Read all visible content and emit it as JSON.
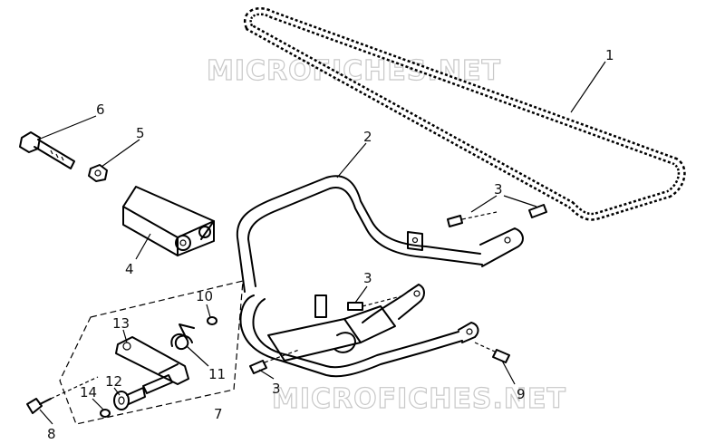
{
  "watermark": "MICROFICHES.NET",
  "callouts": [
    {
      "id": "1",
      "label": "1"
    },
    {
      "id": "2",
      "label": "2"
    },
    {
      "id": "3a",
      "label": "3"
    },
    {
      "id": "3b",
      "label": "3"
    },
    {
      "id": "3c",
      "label": "3"
    },
    {
      "id": "4",
      "label": "4"
    },
    {
      "id": "5",
      "label": "5"
    },
    {
      "id": "6",
      "label": "6"
    },
    {
      "id": "7",
      "label": "7"
    },
    {
      "id": "8",
      "label": "8"
    },
    {
      "id": "9",
      "label": "9"
    },
    {
      "id": "10",
      "label": "10"
    },
    {
      "id": "11",
      "label": "11"
    },
    {
      "id": "12",
      "label": "12"
    },
    {
      "id": "13",
      "label": "13"
    },
    {
      "id": "14",
      "label": "14"
    }
  ]
}
